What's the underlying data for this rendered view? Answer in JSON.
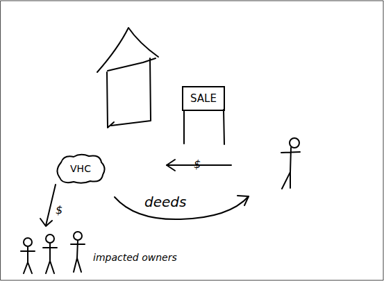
{
  "diagram": {
    "nodes": [
      {
        "text": [
          "SALE"
        ]
      },
      {
        "text": [
          "VHC"
        ]
      }
    ],
    "labels": [
      "$",
      "deeds",
      "$",
      "impacted owners"
    ]
  }
}
